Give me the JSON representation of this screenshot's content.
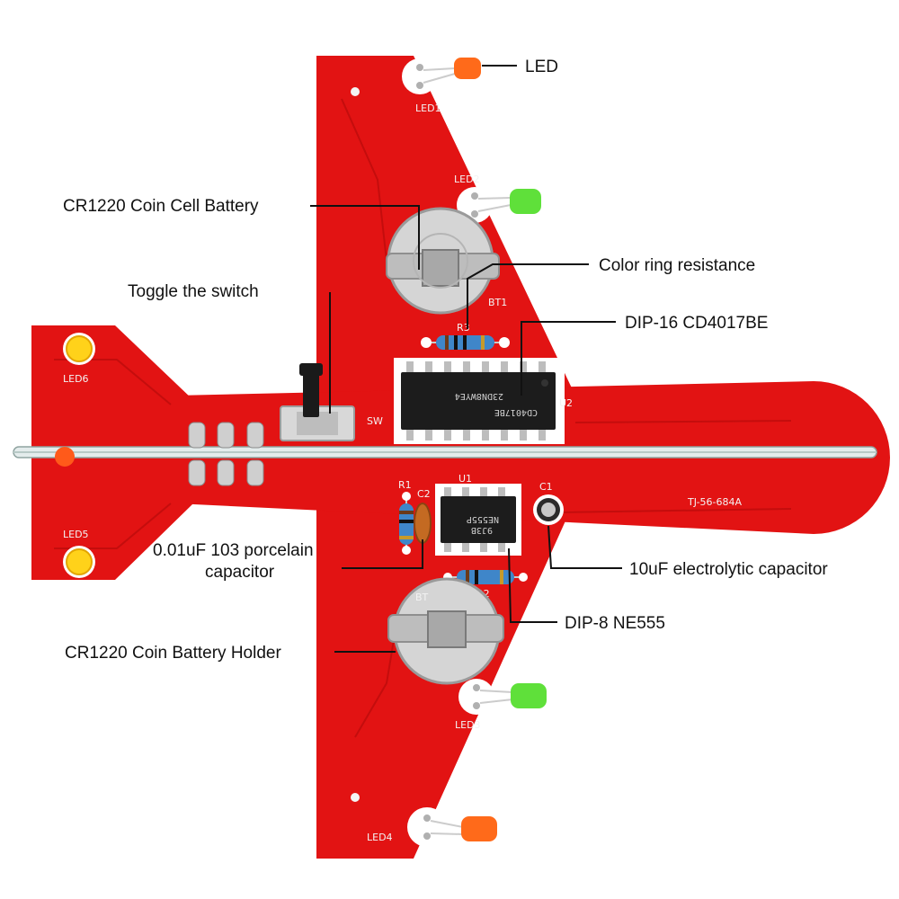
{
  "callouts": {
    "led": "LED",
    "coin_cell_battery": "CR1220 Coin Cell Battery",
    "color_ring_resistance": "Color ring resistance",
    "toggle_switch": "Toggle the switch",
    "dip16": "DIP-16 CD4017BE",
    "porcelain_cap_line1": "0.01uF 103 porcelain",
    "porcelain_cap_line2": "capacitor",
    "electrolytic_cap": "10uF electrolytic capacitor",
    "dip8": "DIP-8 NE555",
    "battery_holder": "CR1220 Coin Battery Holder"
  },
  "silkscreen": {
    "led1": "LED1",
    "led2": "LED2",
    "led3": "LED3",
    "led4": "LED4",
    "led5": "LED5",
    "led6": "LED6",
    "bt1": "BT1",
    "bt": "BT",
    "r1": "R1",
    "r2": "R2",
    "r3": "R3",
    "c1": "C1",
    "c2": "C2",
    "u1": "U1",
    "u2": "U2",
    "sw": "SW",
    "board_id": "TJ-56-684A"
  },
  "chips": {
    "u2_marking_1": "23DN8WYE4",
    "u2_marking_2": "CD4017BE",
    "u1_marking_1": "NE555P",
    "u1_marking_2": "9J3B"
  },
  "colors": {
    "pcb": "#e21313",
    "pcb_trace": "#c90e0e",
    "led_orange": "#ff6a1a",
    "led_green": "#5fe03a",
    "led_yellow": "#ffd21a",
    "resistor": "#3f86c9",
    "chip": "#1c1c1c",
    "metal": "#c9c9c9"
  }
}
